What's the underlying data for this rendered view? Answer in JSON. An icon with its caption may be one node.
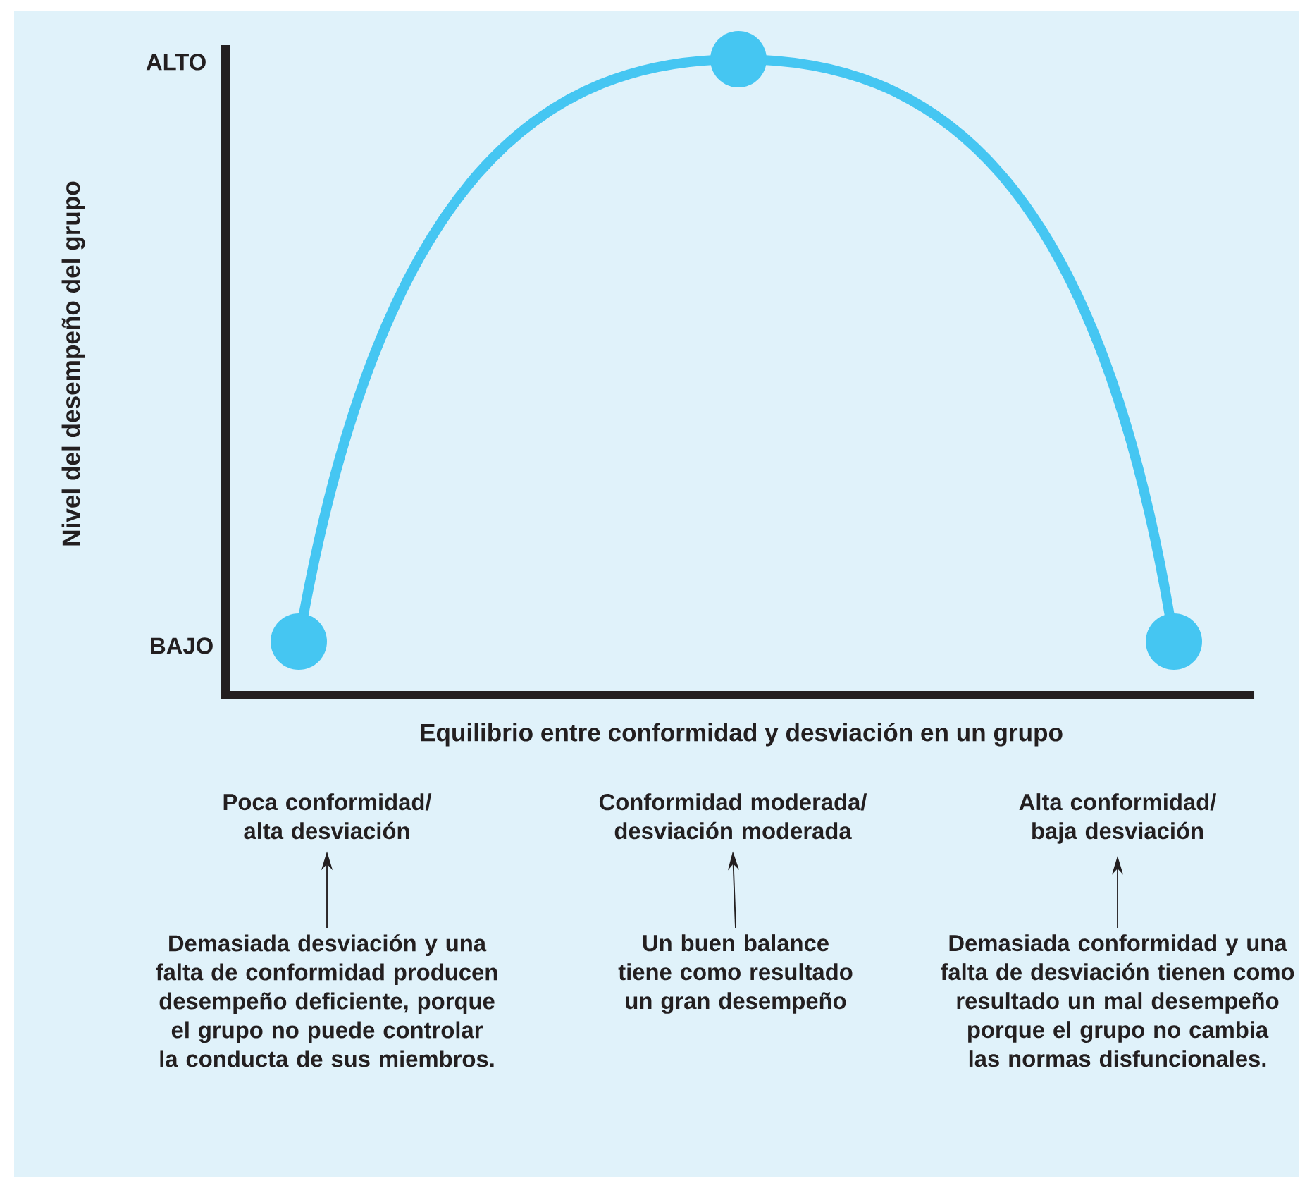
{
  "diagram": {
    "nodes": [
      {
        "text": [
          "Poca conformidad/ alta desviación"
        ]
      },
      {
        "text": [
          "Conformidad moderada/ desviación moderada"
        ]
      },
      {
        "text": [
          "Alta conformidad/ baja desviación"
        ]
      },
      {
        "text": [
          "Demasiada desviación y una falta de conformidad producen desempeño deficiente, porque el grupo no puede controlar la conducta de sus miembros."
        ]
      },
      {
        "text": [
          "Un buen balance tiene como resultado un gran desempeño"
        ]
      },
      {
        "text": [
          "Demasiada conformidad y una falta de desviación tienen como resultado un mal desempeño porque el grupo no cambia las normas disfuncionales."
        ]
      }
    ],
    "edges": [
      {
        "from": 3,
        "to": 0,
        "arrow": "to"
      },
      {
        "from": 4,
        "to": 1,
        "arrow": "to"
      },
      {
        "from": 5,
        "to": 2,
        "arrow": "to"
      }
    ],
    "labels": [
      "ALTO",
      "BAJO",
      "Nivel del desempeño del grupo",
      "Equilibrio entre conformidad y desviación en un grupo"
    ]
  }
}
